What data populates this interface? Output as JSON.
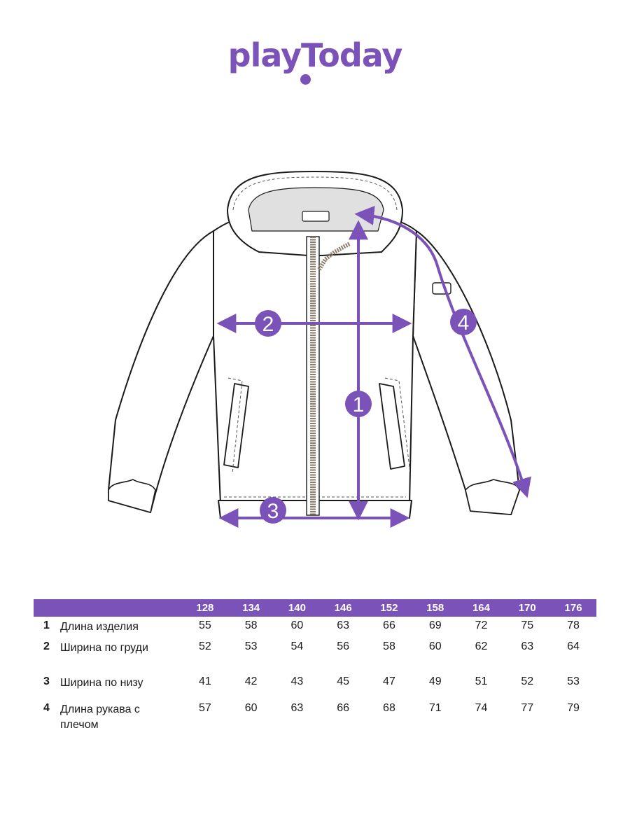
{
  "brand": {
    "logo_text": "playToday",
    "accent_color": "#7b52b8"
  },
  "diagram": {
    "markers": [
      {
        "id": "1",
        "label": "1"
      },
      {
        "id": "2",
        "label": "2"
      },
      {
        "id": "3",
        "label": "3"
      },
      {
        "id": "4",
        "label": "4"
      }
    ]
  },
  "size_table": {
    "sizes": [
      "128",
      "134",
      "140",
      "146",
      "152",
      "158",
      "164",
      "170",
      "176"
    ],
    "rows": [
      {
        "num": "1",
        "label": "Длина изделия",
        "values": [
          "55",
          "58",
          "60",
          "63",
          "66",
          "69",
          "72",
          "75",
          "78"
        ]
      },
      {
        "num": "2",
        "label": "Ширина по груди",
        "values": [
          "52",
          "53",
          "54",
          "56",
          "58",
          "60",
          "62",
          "63",
          "64"
        ]
      },
      {
        "num": "3",
        "label": "Ширина по низу",
        "values": [
          "41",
          "42",
          "43",
          "45",
          "47",
          "49",
          "51",
          "52",
          "53"
        ]
      },
      {
        "num": "4",
        "label": "Длина рукава с плечом",
        "values": [
          "57",
          "60",
          "63",
          "66",
          "68",
          "71",
          "74",
          "77",
          "79"
        ]
      }
    ]
  }
}
